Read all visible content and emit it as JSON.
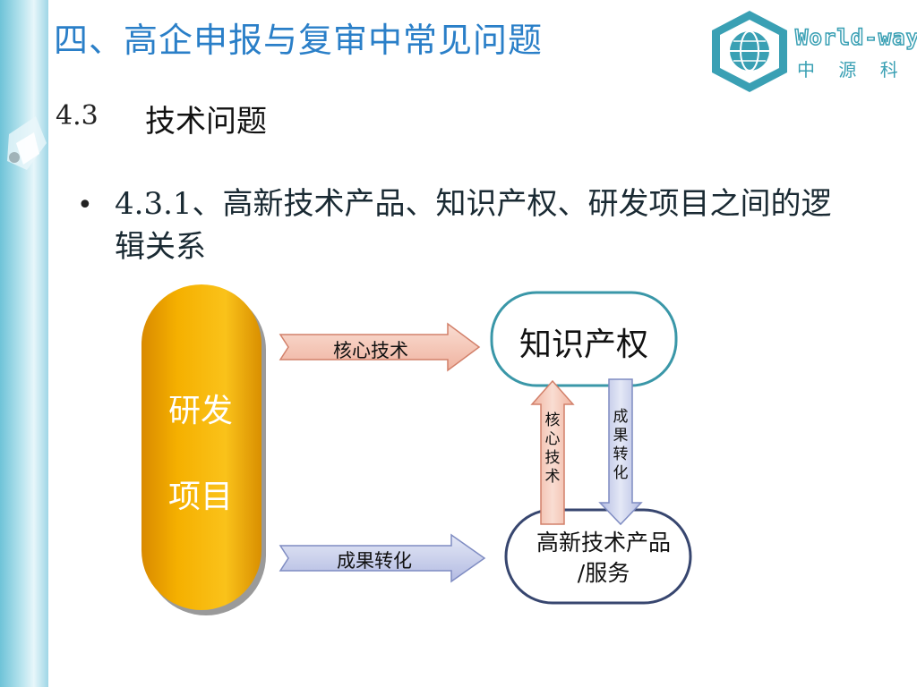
{
  "header": {
    "title": "四、高企申报与复审中常见问题",
    "logo_en": "World-way",
    "logo_cn": "中 源 科 达"
  },
  "section": {
    "number": "4.3",
    "title": "技术问题"
  },
  "bullet": {
    "text": "4.3.1、高新技术产品、知识产权、研发项目之间的逻辑关系"
  },
  "diagram": {
    "rd_project": {
      "line1": "研发",
      "line2": "项目",
      "color": "#f5a800"
    },
    "ip_box": {
      "label": "知识产权"
    },
    "product_box": {
      "line1": "高新技术产品",
      "line2": "/服务"
    },
    "arrow_top": {
      "label": "核心技术",
      "color": "#f4c4b3"
    },
    "arrow_bottom": {
      "label": "成果转化",
      "color": "#c7cde9"
    },
    "arrow_up": {
      "label": "核\n心\n技\n术",
      "color": "#f4c4b3"
    },
    "arrow_down": {
      "label": "成\n果\n转\n化",
      "color": "#c7cde9"
    }
  }
}
